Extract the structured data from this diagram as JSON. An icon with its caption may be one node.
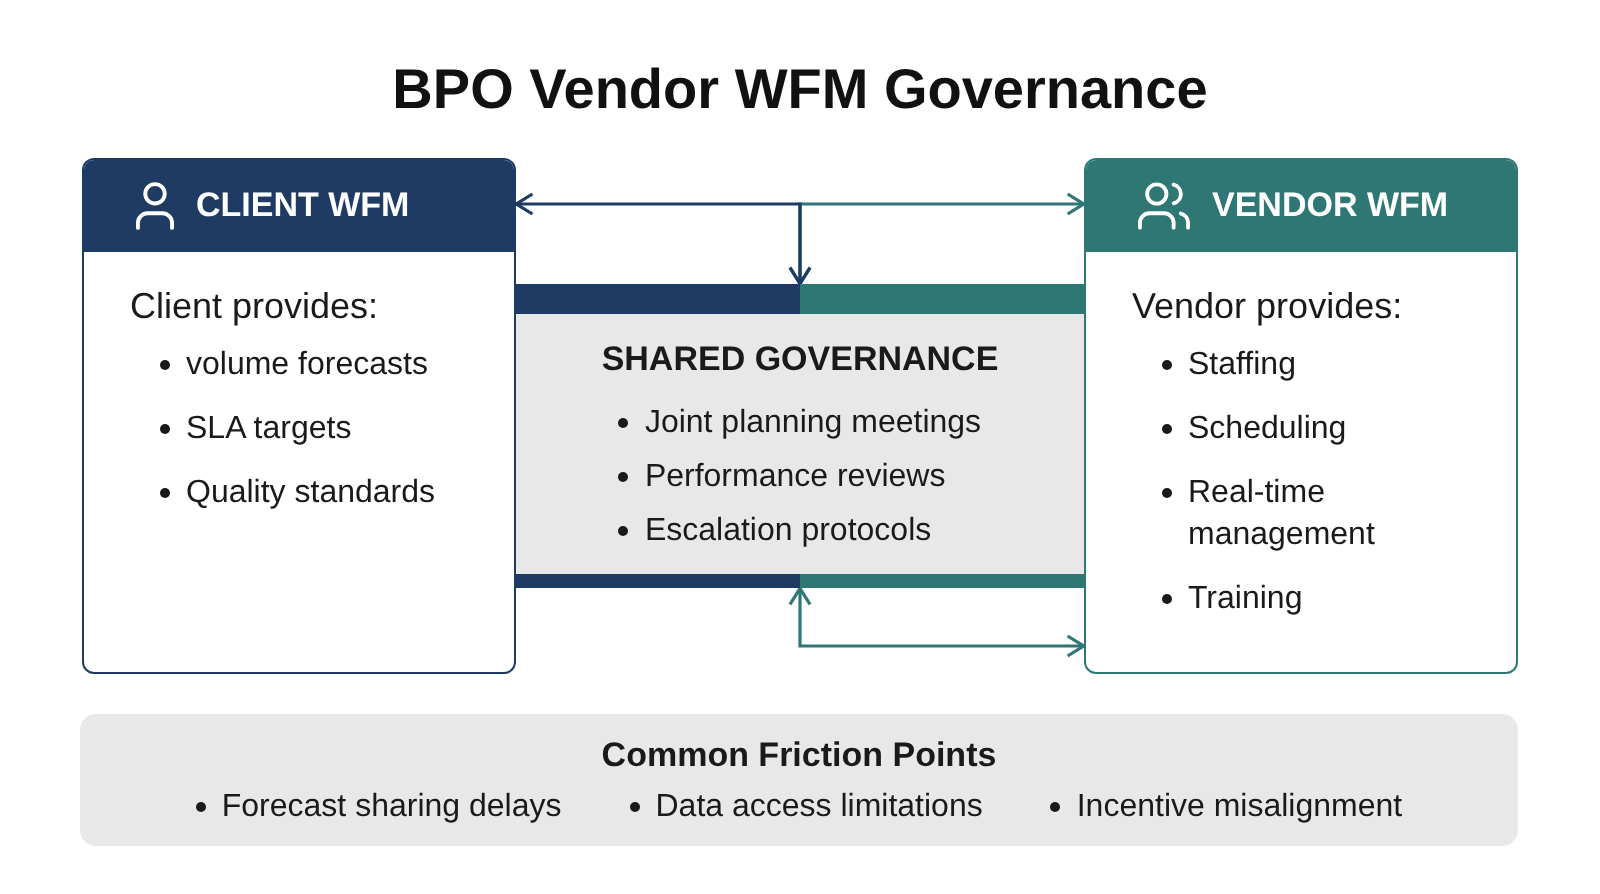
{
  "diagram": {
    "title": "BPO Vendor WFM Governance",
    "nodes": [
      {
        "text": [
          "CLIENT WFM",
          "Client provides:",
          "volume forecasts",
          "SLA targets",
          "Quality standards"
        ]
      },
      {
        "text": [
          "SHARED GOVERNANCE",
          "Joint planning meetings",
          "Performance reviews",
          "Escalation protocols"
        ]
      },
      {
        "text": [
          "VENDOR WFM",
          "Vendor provides:",
          "Staffing",
          "Scheduling",
          "Real-time management",
          "Training"
        ]
      },
      {
        "text": [
          "Common Friction Points",
          "Forecast sharing delays",
          "Data access limitations",
          "Incentive misalignment"
        ]
      }
    ],
    "edges": [
      {
        "from": 0,
        "to": 1,
        "arrow": "both",
        "color": "#1f3b63"
      },
      {
        "from": 1,
        "to": 2,
        "arrow": "both",
        "color": "#2e7775"
      },
      {
        "from": 1,
        "to": 2,
        "arrow": "both",
        "color": "#2e7775"
      }
    ]
  }
}
